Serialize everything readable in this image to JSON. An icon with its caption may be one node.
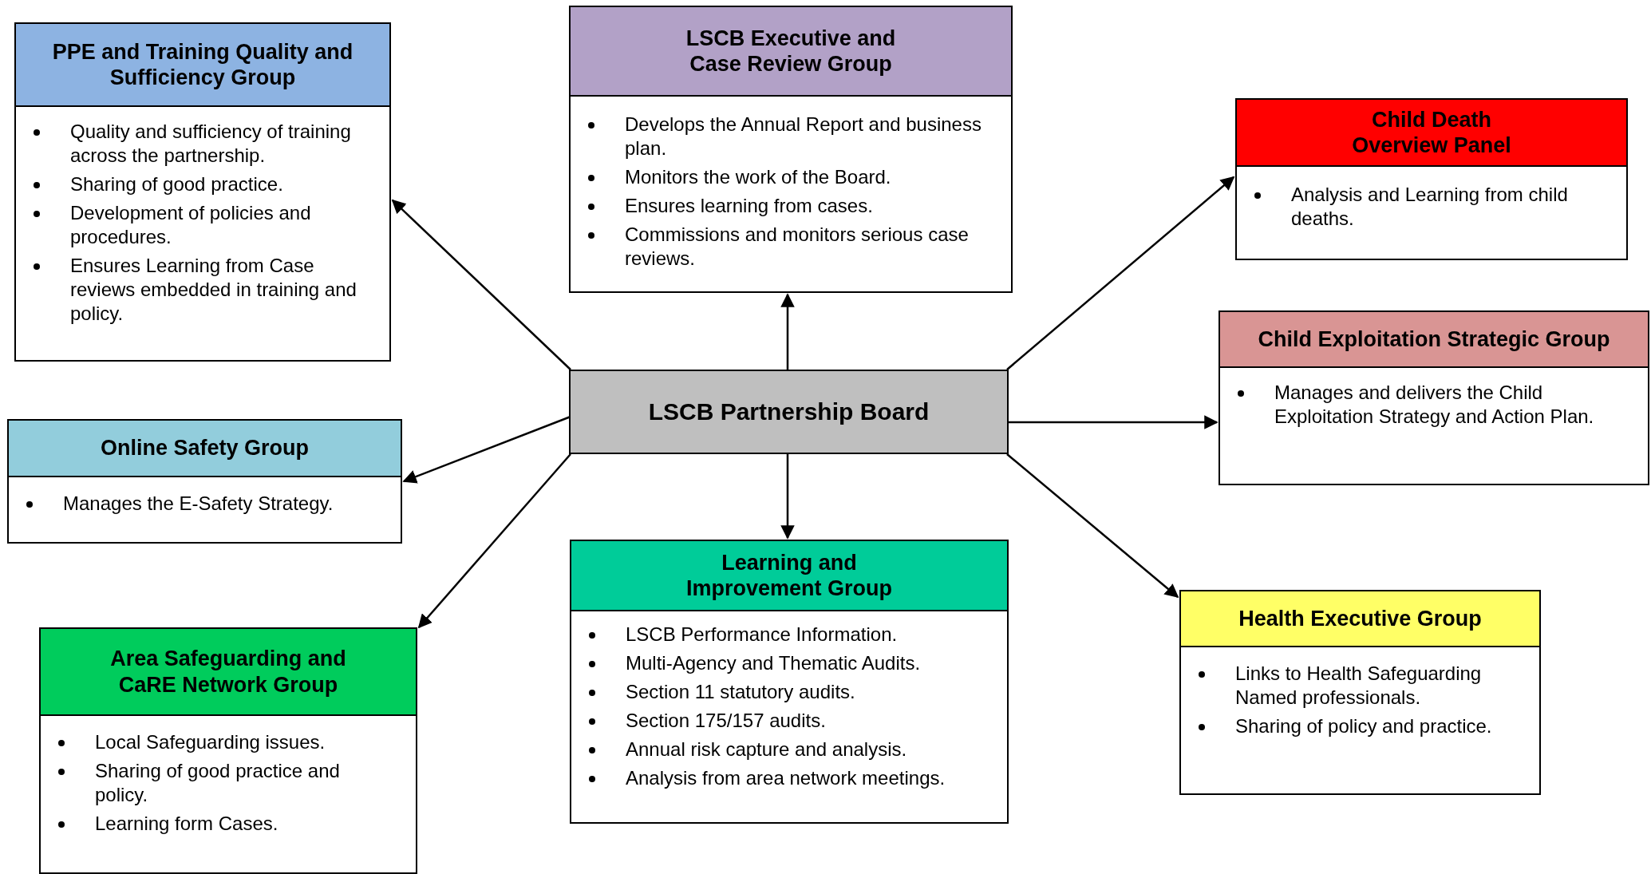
{
  "diagram": {
    "nodes": [
      {
        "text": [
          "PPE and Training Quality and Sufficiency Group",
          "Quality and sufficiency of training across the partnership.",
          "Sharing of good practice.",
          "Development of policies and procedures.",
          "Ensures Learning from Case reviews embedded in training and policy."
        ]
      },
      {
        "text": [
          "LSCB Executive and Case Review Group",
          "Develops the Annual Report and business plan.",
          "Monitors the work of the Board.",
          "Ensures learning from cases.",
          "Commissions and monitors serious case reviews."
        ]
      },
      {
        "text": [
          "Child Death Overview Panel",
          "Analysis and Learning from child deaths."
        ]
      },
      {
        "text": [
          "Child Exploitation Strategic Group",
          "Manages and delivers the Child Exploitation Strategy and Action Plan."
        ]
      },
      {
        "text": [
          "LSCB Partnership Board"
        ]
      },
      {
        "text": [
          "Online Safety Group",
          "Manages the E-Safety Strategy."
        ]
      },
      {
        "text": [
          "Area Safeguarding and CaRE Network Group",
          "Local Safeguarding issues.",
          "Sharing of good practice and policy.",
          "Learning form Cases."
        ]
      },
      {
        "text": [
          "Learning and Improvement Group",
          "LSCB Performance Information.",
          "Multi-Agency and Thematic Audits.",
          "Section 11 statutory audits.",
          "Section 175/157 audits.",
          "Annual risk capture and analysis.",
          "Analysis from area network meetings."
        ]
      },
      {
        "text": [
          "Health Executive Group",
          "Links to Health Safeguarding Named professionals.",
          "Sharing of policy and practice."
        ]
      }
    ],
    "edges": [
      {
        "from": 4,
        "to": 0,
        "arrow": "to"
      },
      {
        "from": 4,
        "to": 1,
        "arrow": "to"
      },
      {
        "from": 4,
        "to": 2,
        "arrow": "to"
      },
      {
        "from": 4,
        "to": 3,
        "arrow": "to"
      },
      {
        "from": 4,
        "to": 5,
        "arrow": "to"
      },
      {
        "from": 4,
        "to": 6,
        "arrow": "to"
      },
      {
        "from": 4,
        "to": 7,
        "arrow": "to"
      },
      {
        "from": 4,
        "to": 8,
        "arrow": "to"
      }
    ]
  }
}
